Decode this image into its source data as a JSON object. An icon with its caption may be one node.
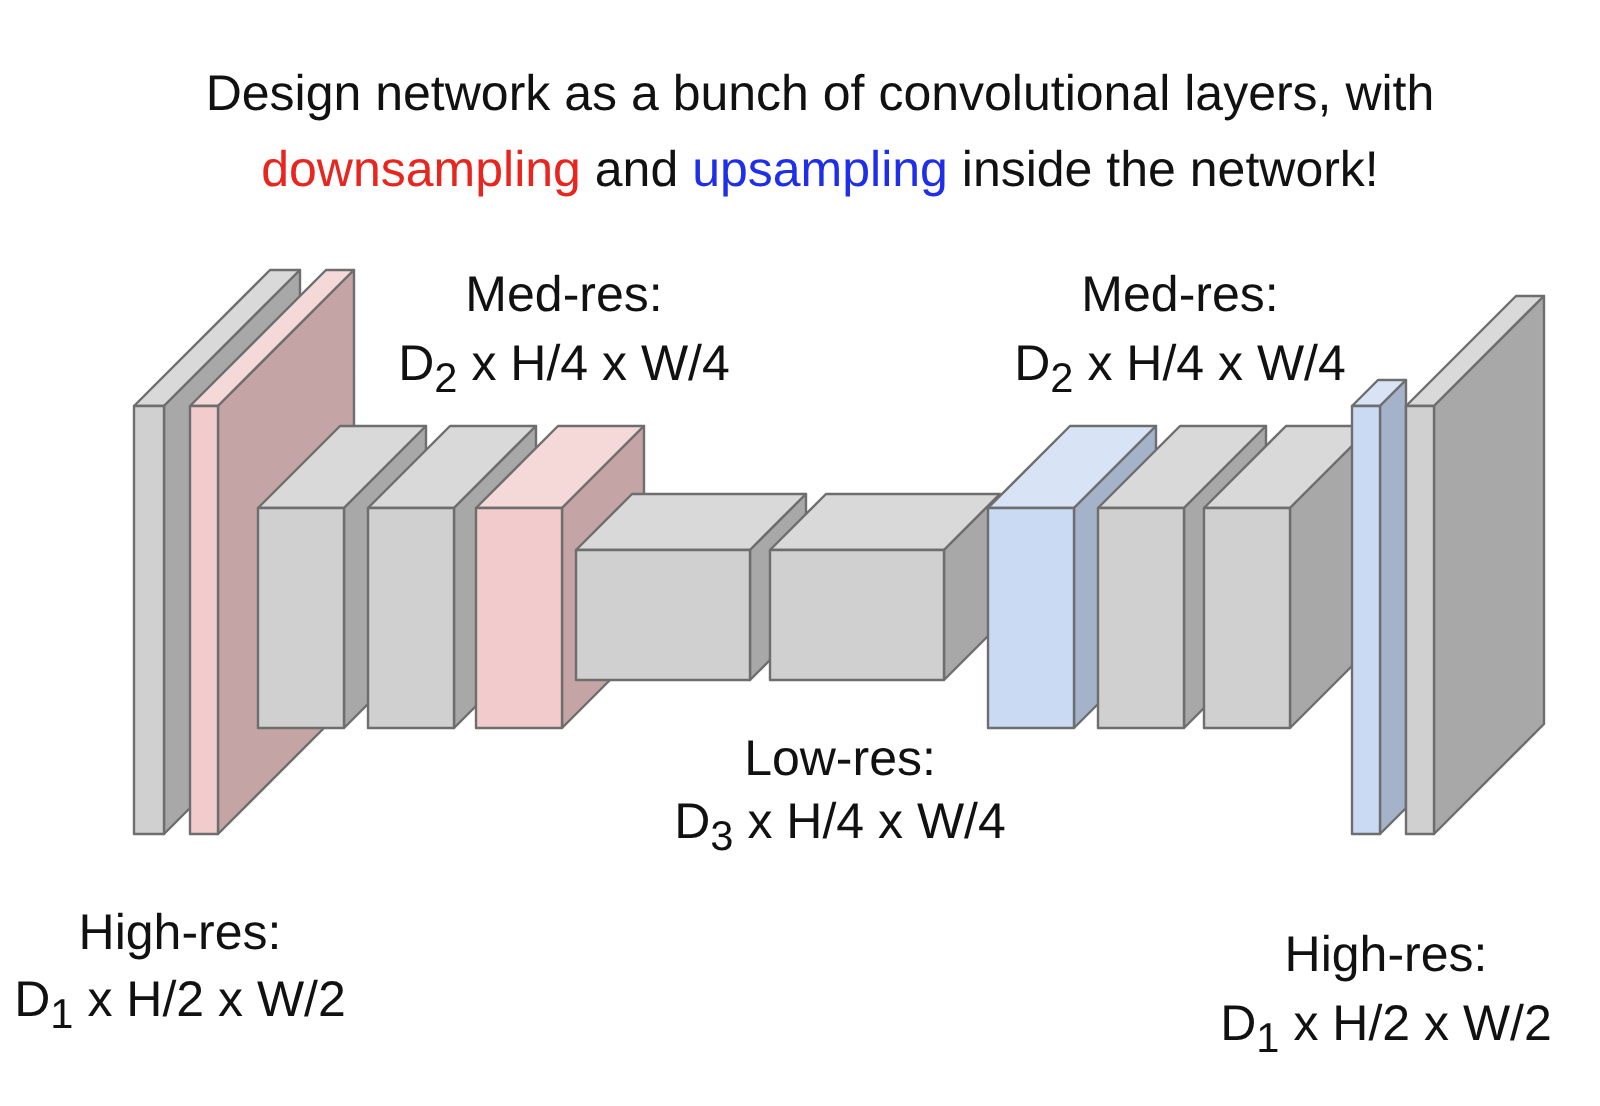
{
  "diagram": {
    "title": "Design network as a bunch of convolutional layers, with downsampling and upsampling inside the network!",
    "labels": [
      "Med-res:",
      "D$_{2}$ x H/4 x W/4",
      "Med-res:",
      "D$_{2}$ x H/4 x W/4",
      "Low-res:",
      "D$_{3}$ x H/4 x W/4",
      "High-res:",
      "D$_{1}$ x H/2 x W/2",
      "High-res:",
      "D$_{1}$ x H/2 x W/2"
    ]
  }
}
